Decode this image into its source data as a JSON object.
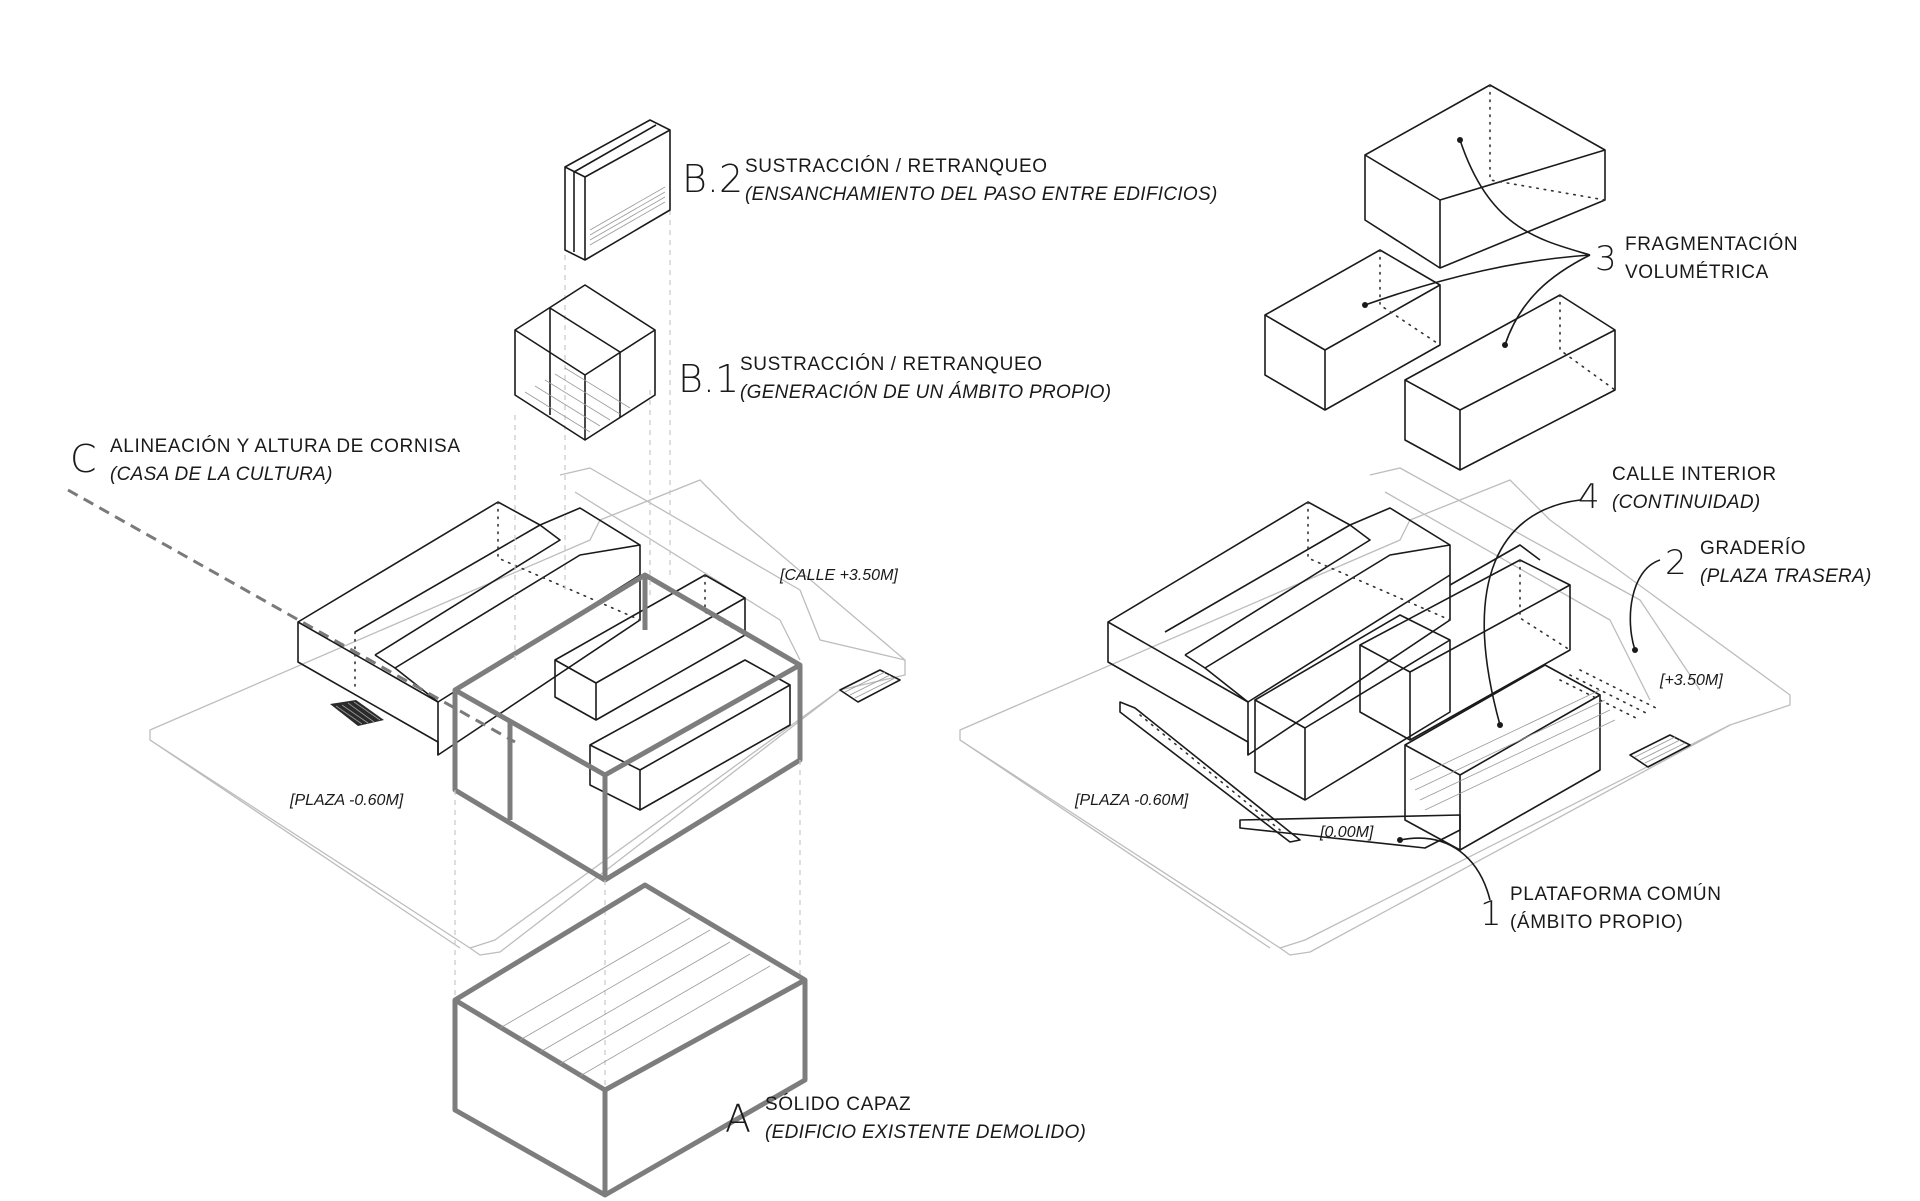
{
  "labels": {
    "b2": {
      "letter": "B.2",
      "title": "SUSTRACCIÓN / RETRANQUEO",
      "subtitle": "(ENSANCHAMIENTO DEL PASO ENTRE EDIFICIOS)"
    },
    "b1": {
      "letter": "B.1",
      "title": "SUSTRACCIÓN / RETRANQUEO",
      "subtitle": "(GENERACIÓN DE UN ÁMBITO PROPIO)"
    },
    "c": {
      "letter": "C",
      "title": "ALINEACIÓN Y ALTURA DE CORNISA",
      "subtitle": "(CASA DE LA CULTURA)"
    },
    "a": {
      "letter": "A",
      "title": "SÓLIDO CAPAZ",
      "subtitle": "(EDIFICIO EXISTENTE DEMOLIDO)"
    },
    "n3": {
      "number": "3",
      "line1": "FRAGMENTACIÓN",
      "line2": "VOLUMÉTRICA"
    },
    "n4": {
      "number": "4",
      "title": "CALLE INTERIOR",
      "subtitle": "(CONTINUIDAD)"
    },
    "n2": {
      "number": "2",
      "title": "GRADERÍO",
      "subtitle": "(PLAZA TRASERA)"
    },
    "n1": {
      "number": "1",
      "line1": "PLATAFORMA COMÚN",
      "line2": "(ÁMBITO PROPIO)"
    }
  },
  "levels": {
    "calle_left": "[CALLE  +3.50M]",
    "plaza_left": "[PLAZA -0.60M]",
    "plaza_right": "[PLAZA -0.60M]",
    "zero": "[0.00M]",
    "calle_right": "[+3.50M]"
  },
  "colors": {
    "line": "#1a1a1a",
    "highlight": "#7d7d7d",
    "ground": "#bdbdbd"
  }
}
